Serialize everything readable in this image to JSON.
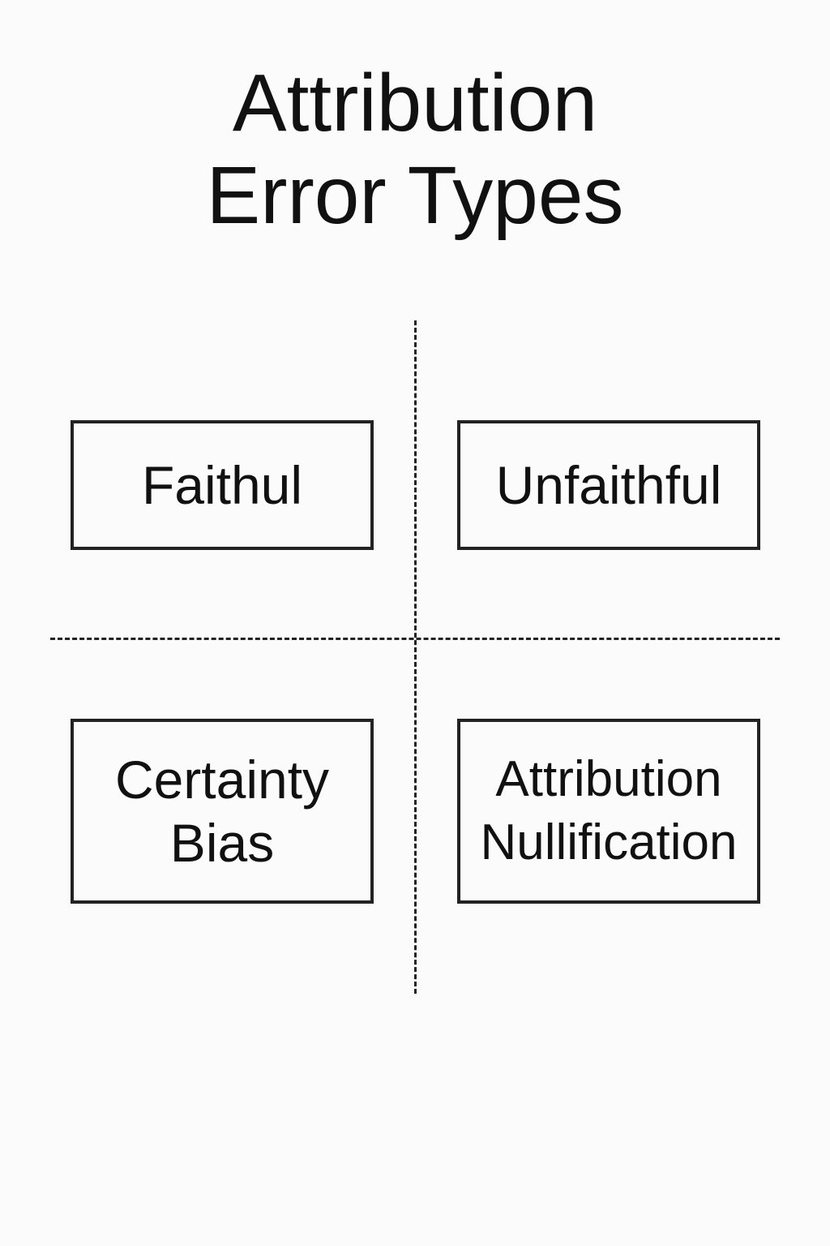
{
  "title": {
    "line1": "Attribution",
    "line2": "Error Types"
  },
  "boxes": {
    "top_left": "Faithul",
    "top_right": "Unfaithful",
    "bottom_left": [
      "Certainty",
      "Bias"
    ],
    "bottom_right": [
      "Attribution",
      "Nullification"
    ]
  },
  "colors": {
    "background": "#fbfbfb",
    "ink": "#111111",
    "border": "#222222"
  }
}
